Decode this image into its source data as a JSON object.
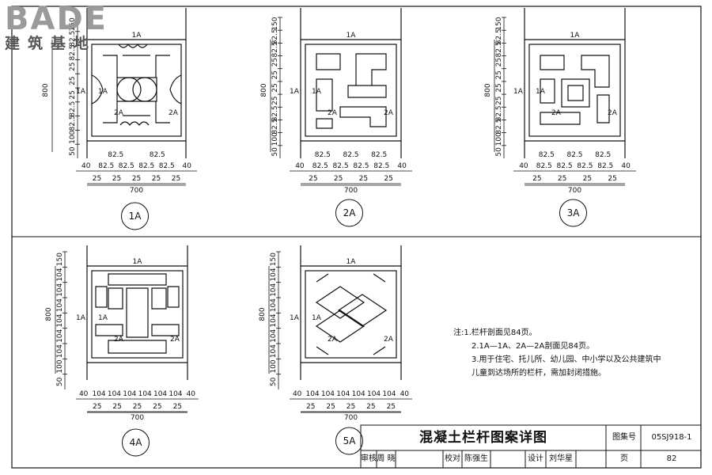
{
  "logo": {
    "brand": "BADE",
    "subtitle": "建筑基地"
  },
  "labels": {
    "section_1a": "1A",
    "section_2a": "2A",
    "width_700": "700",
    "height_800": "800"
  },
  "panels": [
    {
      "id": "1A",
      "left_dims": [
        "150",
        "82.5",
        "82.5",
        "25",
        "25",
        "25",
        "82.5",
        "82.5",
        "100",
        "50"
      ],
      "bottom_dims": [
        "40",
        "82.5",
        "82.5",
        "82.5",
        "82.5",
        "40"
      ],
      "mid_dims": [
        "25",
        "25",
        "25",
        "25",
        "25"
      ],
      "top_spans": [
        "82.5",
        "82.5"
      ]
    },
    {
      "id": "2A",
      "left_dims": [
        "150",
        "82.5",
        "82.5",
        "25",
        "25",
        "25",
        "25",
        "82.5",
        "82.5",
        "100",
        "50"
      ],
      "bottom_dims": [
        "40",
        "82.5",
        "82.5",
        "82.5",
        "82.5",
        "40"
      ],
      "mid_dims": [
        "25",
        "25",
        "25",
        "25"
      ],
      "top_spans": [
        "82.5",
        "82.5",
        "82.5"
      ]
    },
    {
      "id": "3A",
      "left_dims": [
        "150",
        "82.5",
        "82.5",
        "25",
        "25",
        "25",
        "25",
        "82.5",
        "82.5",
        "100",
        "50"
      ],
      "bottom_dims": [
        "40",
        "82.5",
        "82.5",
        "82.5",
        "82.5",
        "40"
      ],
      "mid_dims": [
        "25",
        "25",
        "25",
        "25"
      ],
      "top_spans": [
        "82.5",
        "82.5",
        "82.5"
      ]
    },
    {
      "id": "4A",
      "left_dims": [
        "150",
        "104",
        "104",
        "104",
        "104",
        "104",
        "104",
        "100",
        "50"
      ],
      "bottom_dims": [
        "40",
        "104",
        "104",
        "104",
        "104",
        "104",
        "104",
        "40"
      ],
      "mid_dims": [
        "25",
        "25",
        "25",
        "25",
        "25"
      ],
      "top_spans": []
    },
    {
      "id": "5A",
      "left_dims": [
        "150",
        "104",
        "104",
        "104",
        "104",
        "104",
        "104",
        "100",
        "50"
      ],
      "bottom_dims": [
        "40",
        "104",
        "104",
        "104",
        "104",
        "104",
        "104",
        "40"
      ],
      "mid_dims": [
        "25",
        "25",
        "25",
        "25",
        "25"
      ],
      "top_spans": []
    }
  ],
  "notes": {
    "prefix": "注:",
    "items": [
      "1.栏杆剖面见84页。",
      "2.1A—1A、2A—2A剖面见84页。",
      "3.用于住宅、托儿所、幼儿园、中小学以及公共建筑中"
    ],
    "continuation": "儿童到达场所的栏杆，需加封闭措施。"
  },
  "title_block": {
    "title": "混凝土栏杆图案详图",
    "atlas_label": "图集号",
    "atlas_no": "05SJ918-1",
    "review_label": "审核",
    "reviewer": "周 晓",
    "check_label": "校对",
    "checker": "陈强生",
    "design_label": "设计",
    "designer": "刘华星",
    "page_label": "页",
    "page_no": "82"
  }
}
